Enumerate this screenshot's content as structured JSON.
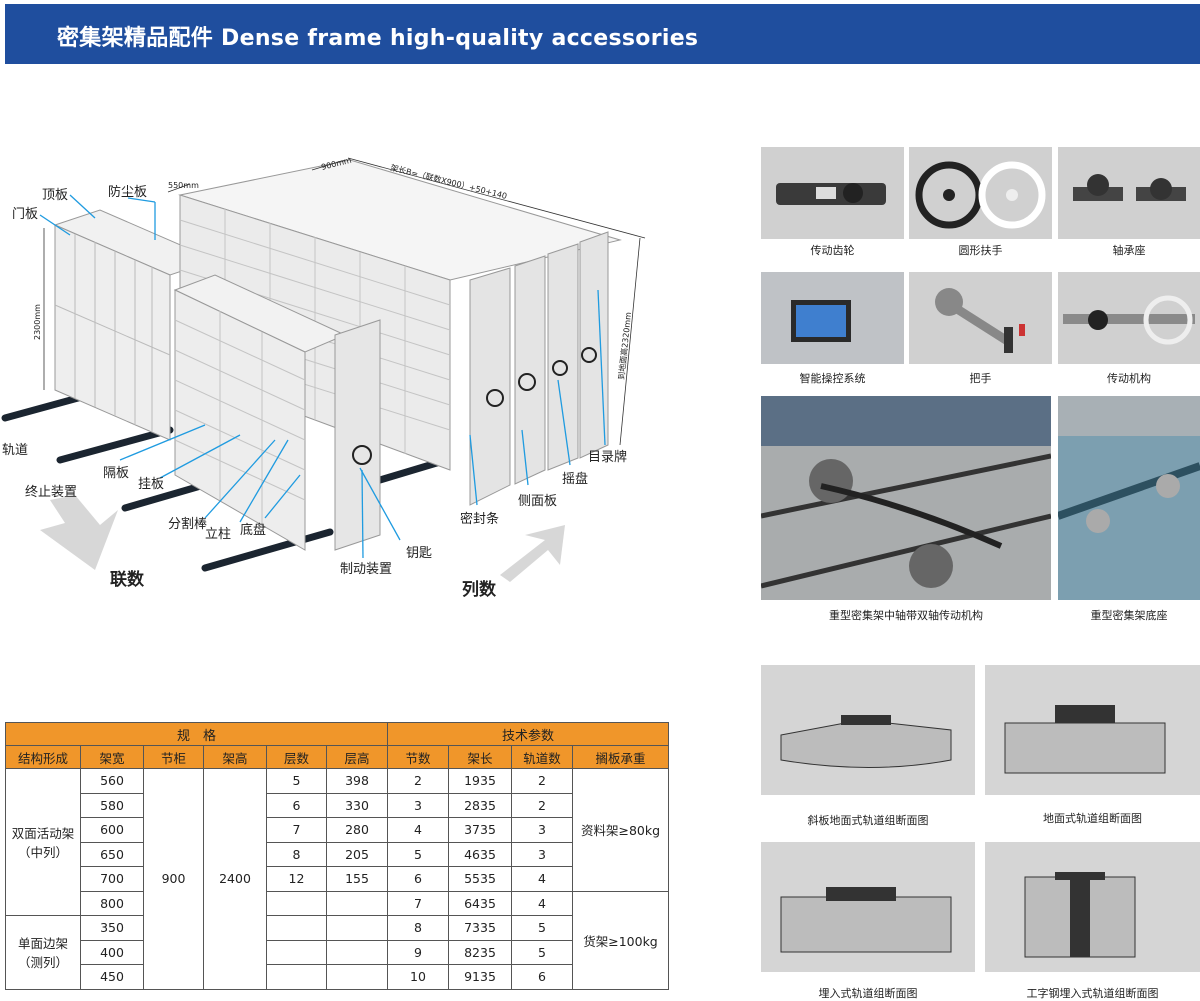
{
  "header": {
    "title": "密集架精品配件 Dense frame high-quality accessories",
    "bg": "#1f4e9e"
  },
  "diagram": {
    "labels": {
      "top_panel": "顶板",
      "dust_board": "防尘板",
      "door_panel": "门板",
      "track": "轨道",
      "end_device": "终止装置",
      "partition": "隔板",
      "hanging_board": "挂板",
      "divider_rod": "分割棒",
      "column": "立柱",
      "base_plate": "底盘",
      "brake_device": "制动装置",
      "key": "钥匙",
      "seal_strip": "密封条",
      "side_panel": "侧面板",
      "crank": "摇盘",
      "catalog_card": "目录牌",
      "units_direction": "联数",
      "columns_direction": "列数"
    },
    "dims": {
      "depth_550": "550mm",
      "width_900": "900mm",
      "length_formula": "架长B=（联数X900）+50+140",
      "height_2300": "2300mm",
      "height_2320": "到地面高2320mm"
    }
  },
  "photos": {
    "transmission_gear": "传动齿轮",
    "round_handle": "圆形扶手",
    "bearing_seat": "轴承座",
    "smart_control": "智能操控系统",
    "handle": "把手",
    "transmission_mechanism": "传动机构",
    "heavy_center_shaft": "重型密集架中轴带双轴传动机构",
    "heavy_base": "重型密集架底座",
    "slope_track": "斜板地面式轨道组断面图",
    "ground_track": "地面式轨道组断面图",
    "embedded_track": "埋入式轨道组断面图",
    "ibeam_track": "工字钢埋入式轨道组断面图"
  },
  "table": {
    "group_spec": "规　格",
    "group_tech": "技术参数",
    "headers": [
      "结构形成",
      "架宽",
      "节柜",
      "架高",
      "层数",
      "层高",
      "节数",
      "架长",
      "轨道数",
      "搁板承重"
    ],
    "double": "双面活动架\n（中列）",
    "single": "单面边架\n（测列）",
    "widths": [
      "560",
      "580",
      "600",
      "650",
      "700",
      "800",
      "350",
      "400",
      "450"
    ],
    "section_cabinet": "900",
    "frame_height": "2400",
    "layers": [
      "5",
      "6",
      "7",
      "8",
      "12"
    ],
    "layer_heights": [
      "398",
      "330",
      "280",
      "205",
      "155"
    ],
    "sections": [
      "2",
      "3",
      "4",
      "5",
      "6",
      "7",
      "8",
      "9",
      "10"
    ],
    "lengths": [
      "1935",
      "2835",
      "3735",
      "4635",
      "5535",
      "6435",
      "7335",
      "8235",
      "9135"
    ],
    "tracks": [
      "2",
      "2",
      "3",
      "3",
      "4",
      "4",
      "5",
      "5",
      "6"
    ],
    "load_1": "资料架≥80kg",
    "load_2": "货架≥100kg",
    "header_color": "#f0962a"
  }
}
